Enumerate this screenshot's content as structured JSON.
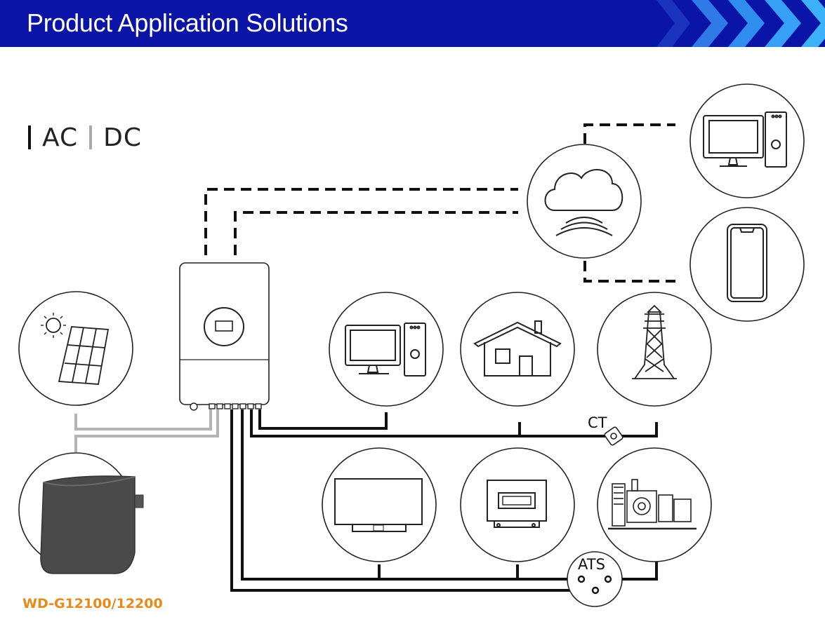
{
  "header": {
    "title": "Product Application Solutions",
    "bg_color": "#0a14a6",
    "chevron_color": "#1e90ff"
  },
  "legend": {
    "ac_label": "AC",
    "dc_label": "DC"
  },
  "labels": {
    "ct": "CT",
    "ats": "ATS",
    "model": "WD-G12100/12200"
  },
  "colors": {
    "ac_line": "#111111",
    "dc_line": "#b0b0b0",
    "model_text": "#e88a1a"
  },
  "nodes": [
    {
      "name": "computer-monitor",
      "icon": "desktop-computer-icon"
    },
    {
      "name": "smartphone",
      "icon": "smartphone-icon"
    },
    {
      "name": "cloud-server",
      "icon": "cloud-wifi-icon"
    },
    {
      "name": "inverter",
      "icon": "inverter-icon"
    },
    {
      "name": "solar-panel",
      "icon": "solar-panel-icon"
    },
    {
      "name": "battery",
      "icon": "battery-pack-icon"
    },
    {
      "name": "load-computer",
      "icon": "desktop-computer-icon"
    },
    {
      "name": "home",
      "icon": "house-icon"
    },
    {
      "name": "grid",
      "icon": "power-tower-icon"
    },
    {
      "name": "tv",
      "icon": "television-icon"
    },
    {
      "name": "electric-meter",
      "icon": "meter-icon"
    },
    {
      "name": "generator",
      "icon": "generator-icon"
    },
    {
      "name": "ats-switch",
      "icon": "ats-icon"
    },
    {
      "name": "ct-sensor",
      "icon": "ct-clamp-icon"
    }
  ]
}
